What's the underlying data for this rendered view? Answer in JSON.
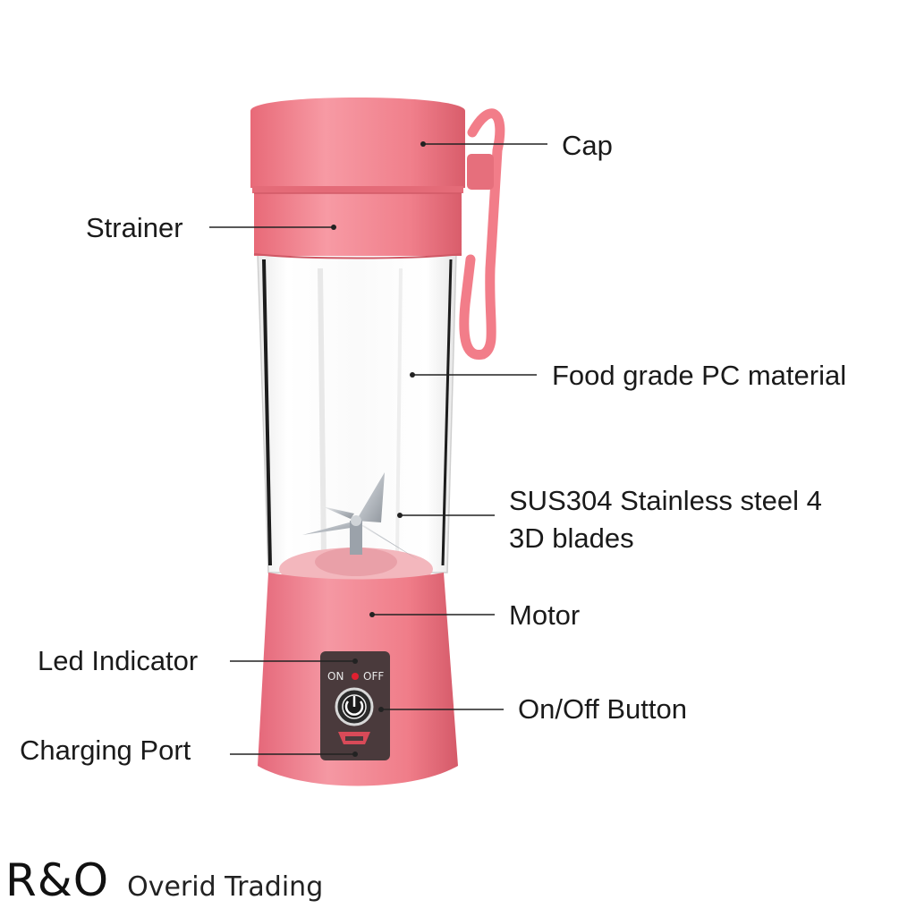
{
  "labels": {
    "cap": "Cap",
    "strainer": "Strainer",
    "material": "Food grade PC material",
    "blades_line1": "SUS304 Stainless steel 4",
    "blades_line2": "3D blades",
    "motor": "Motor",
    "led": "Led Indicator",
    "button": "On/Off Button",
    "port": "Charging Port"
  },
  "panel": {
    "on": "ON",
    "off": "OFF"
  },
  "brand": {
    "logo": "R&O",
    "name": "Overid Trading"
  },
  "colors": {
    "body_pink": "#f07a86",
    "body_pink_light": "#f59ba4",
    "body_pink_dark": "#d9606d",
    "panel": "#4a3a3c",
    "led": "#e02030",
    "background": "#ffffff"
  },
  "icons": {
    "power": "power-icon",
    "charging_port": "usb-port-icon"
  }
}
